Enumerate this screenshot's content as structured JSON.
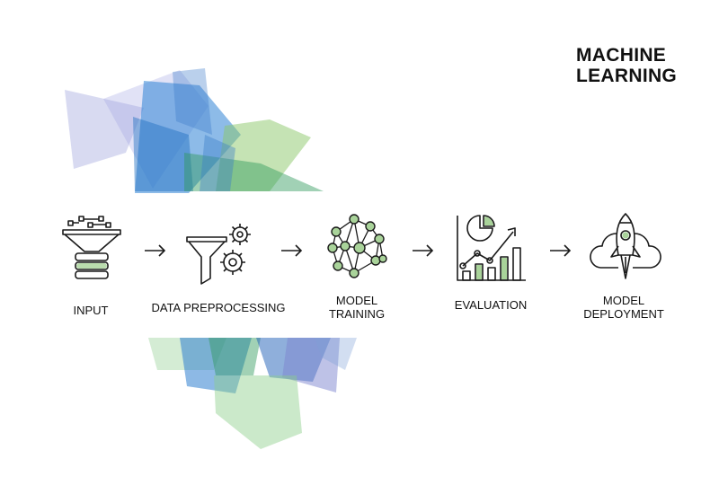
{
  "title": {
    "line1": "MACHINE",
    "line2": "LEARNING"
  },
  "colors": {
    "blue": "#2f7fd0",
    "green": "#7cc36e",
    "lavender": "#9aa3dd",
    "icon_accent": "#a9d39a",
    "stroke": "#1a1a1a"
  },
  "steps": [
    {
      "id": "input",
      "icon": "funnel-database-icon",
      "lines": [
        "INPUT"
      ]
    },
    {
      "id": "data-preprocessing",
      "icon": "funnel-gears-icon",
      "lines": [
        "DATA PREPROCESSING"
      ]
    },
    {
      "id": "model-training",
      "icon": "neural-network-icon",
      "lines": [
        "MODEL",
        "TRAINING"
      ]
    },
    {
      "id": "evaluation",
      "icon": "charts-icon",
      "lines": [
        "EVALUATION"
      ]
    },
    {
      "id": "model-deployment",
      "icon": "rocket-cloud-icon",
      "lines": [
        "MODEL",
        "DEPLOYMENT"
      ]
    }
  ]
}
